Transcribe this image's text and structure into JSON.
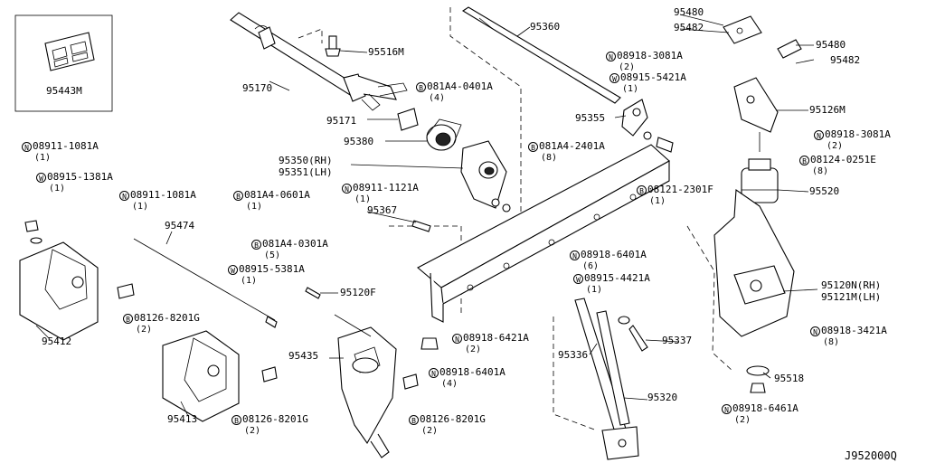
{
  "diagram_id": "J952000Q",
  "parts": {
    "p95443M": "95443M",
    "p95170": "95170",
    "p95516M": "95516M",
    "p95171": "95171",
    "p95380": "95380",
    "p95350": "95350(RH)",
    "p95351": "95351(LH)",
    "p95360": "95360",
    "p95355": "95355",
    "p95480a": "95480",
    "p95482a": "95482",
    "p95480b": "95480",
    "p95482b": "95482",
    "p95126M": "95126M",
    "p95520": "95520",
    "p95120N": "95120N(RH)",
    "p95121M": "95121M(LH)",
    "p95518": "95518",
    "p95474": "95474",
    "p95412": "95412",
    "p95413": "95413",
    "p95435": "95435",
    "p95120F": "95120F",
    "p95367": "95367",
    "p95337": "95337",
    "p95336": "95336",
    "p95320": "95320"
  },
  "fasteners": {
    "f1": {
      "badge": "N",
      "code": "08911-1081A",
      "qty": "(1)"
    },
    "f2": {
      "badge": "W",
      "code": "08915-1381A",
      "qty": "(1)"
    },
    "f3": {
      "badge": "N",
      "code": "08911-1081A",
      "qty": "(1)"
    },
    "f4": {
      "badge": "B",
      "code": "081A4-0401A",
      "qty": "(4)"
    },
    "f5": {
      "badge": "N",
      "code": "08918-3081A",
      "qty": "(2)"
    },
    "f6": {
      "badge": "W",
      "code": "08915-5421A",
      "qty": "(1)"
    },
    "f7": {
      "badge": "B",
      "code": "081A4-2401A",
      "qty": "(8)"
    },
    "f8": {
      "badge": "N",
      "code": "08918-3081A",
      "qty": "(2)"
    },
    "f9": {
      "badge": "B",
      "code": "08124-0251E",
      "qty": "(8)"
    },
    "f10": {
      "badge": "B",
      "code": "08121-2301F",
      "qty": "(1)"
    },
    "f11": {
      "badge": "N",
      "code": "08911-1121A",
      "qty": "(1)"
    },
    "f12": {
      "badge": "B",
      "code": "081A4-0601A",
      "qty": "(1)"
    },
    "f13": {
      "badge": "B",
      "code": "081A4-0301A",
      "qty": "(5)"
    },
    "f14": {
      "badge": "W",
      "code": "08915-5381A",
      "qty": "(1)"
    },
    "f15": {
      "badge": "N",
      "code": "08918-6401A",
      "qty": "(6)"
    },
    "f16": {
      "badge": "W",
      "code": "08915-4421A",
      "qty": "(1)"
    },
    "f17": {
      "badge": "N",
      "code": "08918-3421A",
      "qty": "(8)"
    },
    "f18": {
      "badge": "B",
      "code": "08126-8201G",
      "qty": "(2)"
    },
    "f19": {
      "badge": "N",
      "code": "08918-6421A",
      "qty": "(2)"
    },
    "f20": {
      "badge": "N",
      "code": "08918-6401A",
      "qty": "(4)"
    },
    "f21": {
      "badge": "B",
      "code": "08126-8201G",
      "qty": "(2)"
    },
    "f22": {
      "badge": "B",
      "code": "08126-8201G",
      "qty": "(2)"
    },
    "f23": {
      "badge": "N",
      "code": "08918-6461A",
      "qty": "(2)"
    }
  }
}
